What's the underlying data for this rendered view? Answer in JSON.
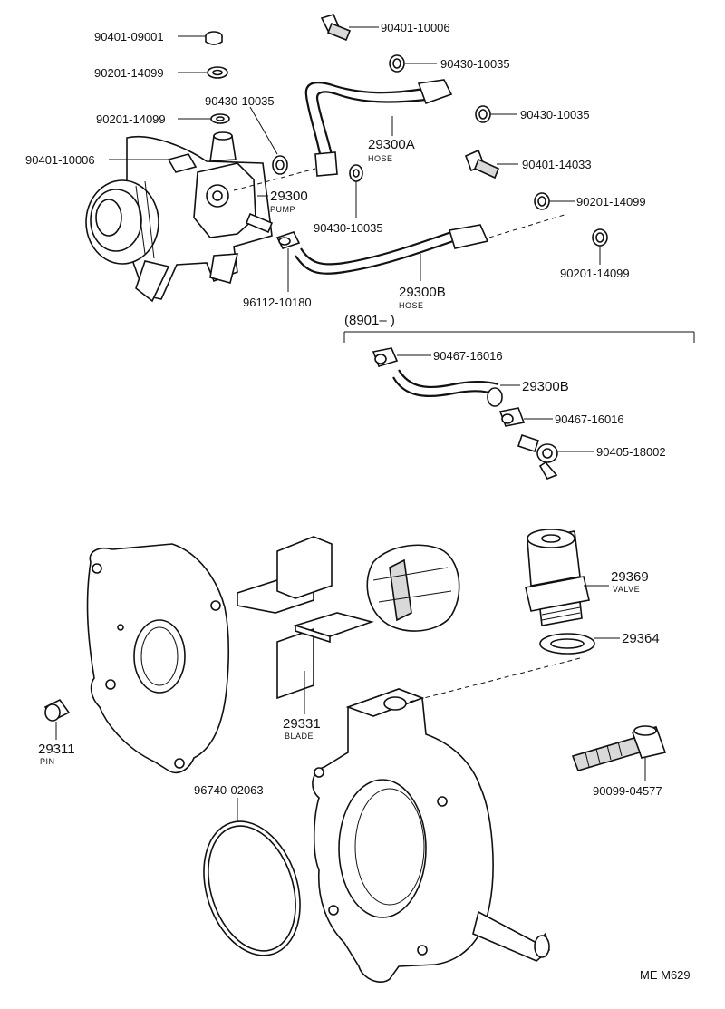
{
  "labels": {
    "p_90401_09001": "90401-09001",
    "p_90201_14099_a": "90201-14099",
    "p_90430_10035_a": "90430-10035",
    "p_90201_14099_b": "90201-14099",
    "p_90401_10006_a": "90401-10006",
    "p_90401_10006_b": "90401-10006",
    "p_90430_10035_b": "90430-10035",
    "p_29300a": "29300A",
    "p_hose_a": "HOSE",
    "p_90430_10035_c": "90430-10035",
    "p_90401_14033": "90401-14033",
    "p_29300": "29300",
    "p_pump": "PUMP",
    "p_90430_10035_d": "90430-10035",
    "p_90201_14099_c": "90201-14099",
    "p_90201_14099_d": "90201-14099",
    "p_96112_10180": "96112-10180",
    "p_29300b": "29300B",
    "p_hose_b": "HOSE",
    "p_range": "(8901–      )",
    "p_90467_16016_a": "90467-16016",
    "p_29300b_2": "29300B",
    "p_90467_16016_b": "90467-16016",
    "p_90405_18002": "90405-18002",
    "p_29369": "29369",
    "p_valve": "VALVE",
    "p_29364": "29364",
    "p_29331": "29331",
    "p_blade": "BLADE",
    "p_29311": "29311",
    "p_pin": "PIN",
    "p_96740_02063": "96740-02063",
    "p_90099_04577": "90099-04577",
    "p_code": "ME  M629"
  },
  "colors": {
    "ink": "#111111",
    "paper": "#ffffff",
    "shade": "#d9d9d9"
  }
}
